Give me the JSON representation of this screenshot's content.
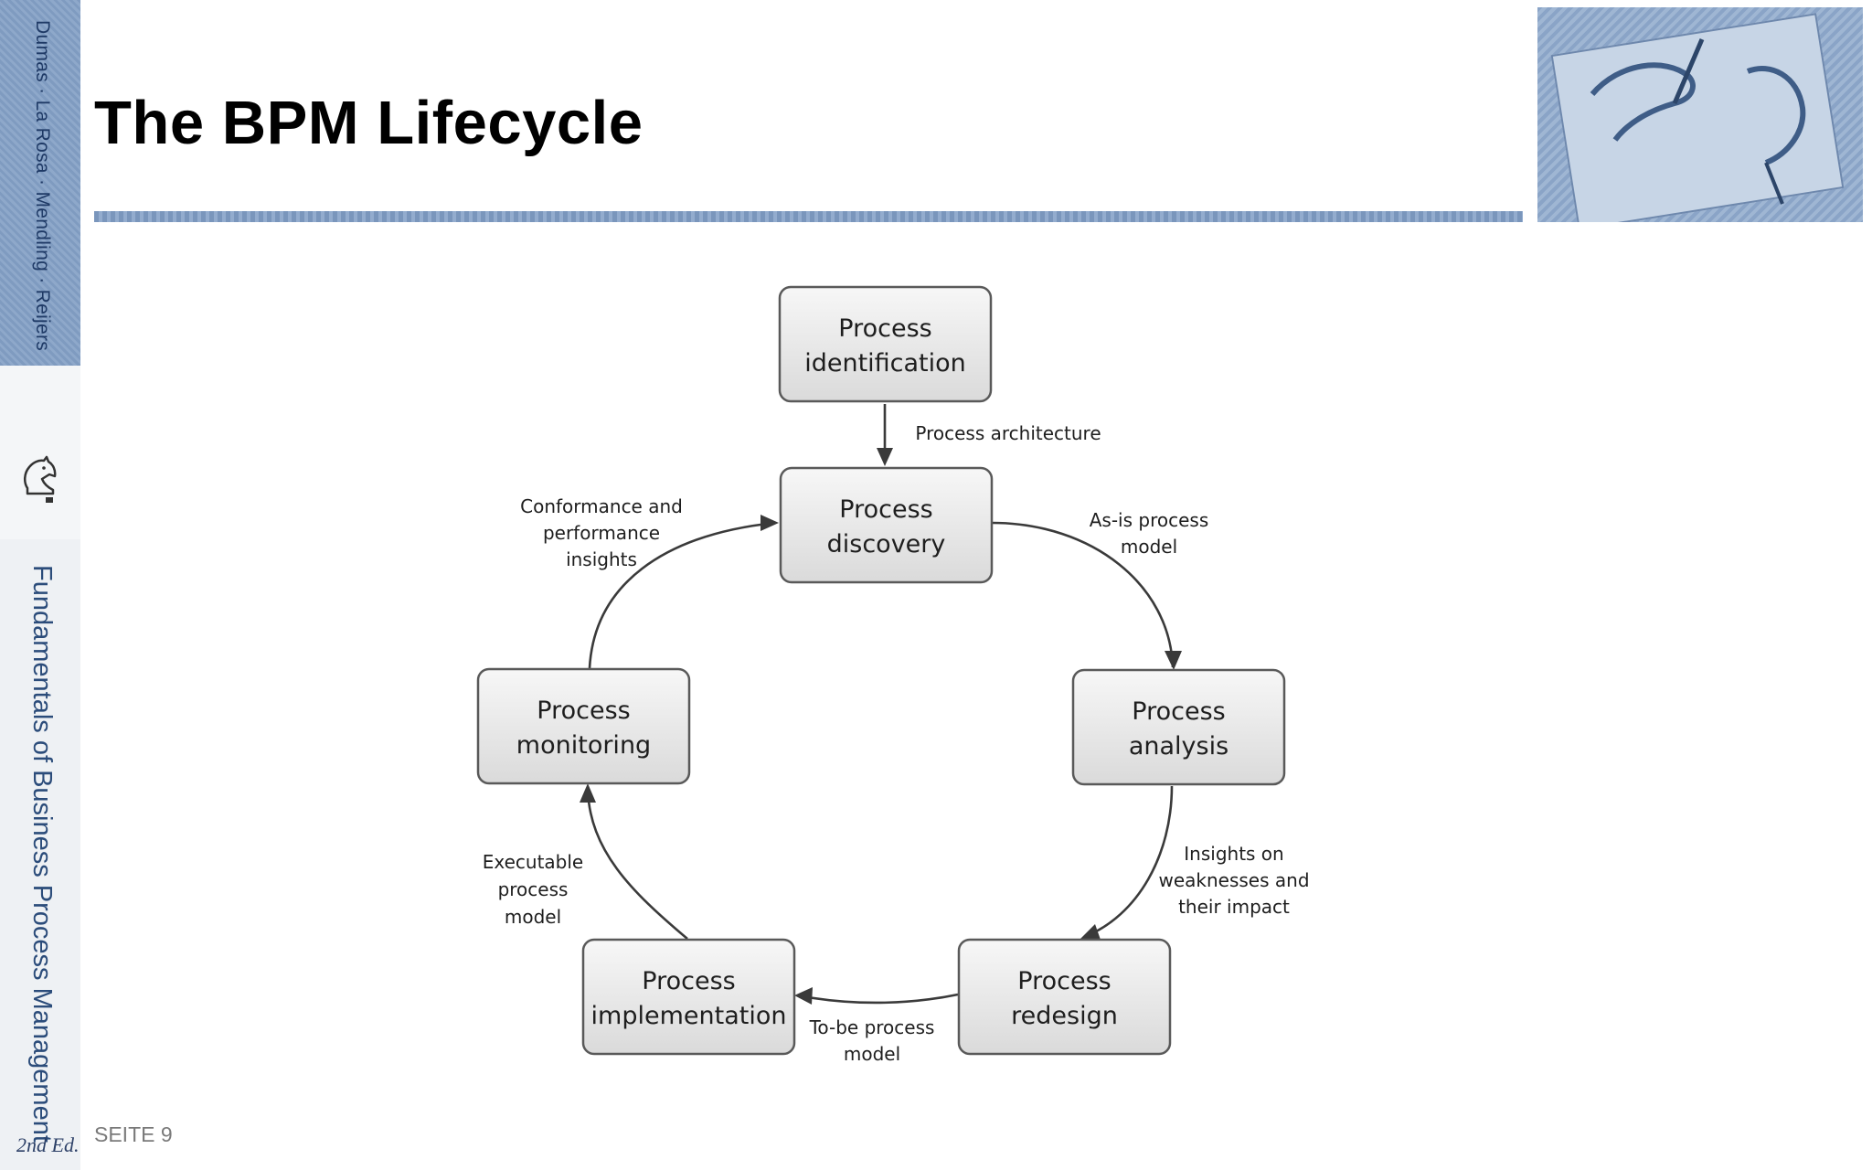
{
  "slide": {
    "title": "The BPM Lifecycle",
    "page_label": "SEITE 9"
  },
  "spine": {
    "authors": "Dumas · La Rosa · Mendling · Reijers",
    "book_title": "Fundamentals of Business Process Management",
    "edition": "2nd Ed.",
    "logo": "knight-chess-icon"
  },
  "corner_image": {
    "kind": "drawing-hands-illustration"
  },
  "diagram": {
    "nodes": {
      "identification": [
        "Process",
        "identification"
      ],
      "discovery": [
        "Process",
        "discovery"
      ],
      "analysis": [
        "Process",
        "analysis"
      ],
      "redesign": [
        "Process",
        "redesign"
      ],
      "implementation": [
        "Process",
        "implementation"
      ],
      "monitoring": [
        "Process",
        "monitoring"
      ]
    },
    "edges": {
      "architecture": [
        "Process architecture"
      ],
      "asis": [
        "As-is process",
        "model"
      ],
      "insights": [
        "Insights on",
        "weaknesses and",
        "their impact"
      ],
      "tobe": [
        "To-be process",
        "model"
      ],
      "executable": [
        "Executable",
        "process",
        "model"
      ],
      "conformance": [
        "Conformance and",
        "performance",
        "insights"
      ]
    }
  },
  "colors": {
    "box_fill_top": "#f7f7f7",
    "box_fill_bottom": "#dadada",
    "box_stroke": "#595959",
    "arrow": "#3a3a3a",
    "text": "#1e1e1e"
  }
}
